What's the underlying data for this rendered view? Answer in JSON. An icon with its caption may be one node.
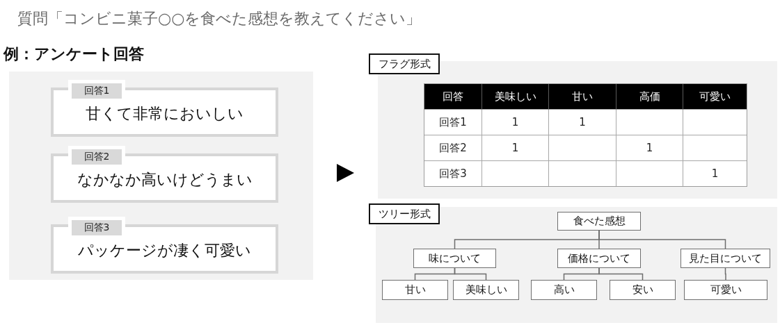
{
  "diagram": {
    "title": "質問「コンビニ菓子○○を食べた感想を教えてください」",
    "nodes": [
      {
        "text": [
          "例：アンケート回答"
        ]
      },
      {
        "text": [
          "回答1",
          "甘くて非常においしい"
        ],
        "in": 0
      },
      {
        "text": [
          "回答2",
          "なかなか高いけどうまい"
        ],
        "in": 0
      },
      {
        "text": [
          "回答3",
          "パッケージが凄く可愛い"
        ],
        "in": 0
      },
      {
        "text": [
          "フラグ形式"
        ]
      },
      {
        "text": [
          "ツリー形式"
        ]
      },
      {
        "text": [
          "食べた感想"
        ],
        "in": 5
      },
      {
        "text": [
          "味について"
        ],
        "in": 5
      },
      {
        "text": [
          "価格について"
        ],
        "in": 5
      },
      {
        "text": [
          "見た目について"
        ],
        "in": 5
      },
      {
        "text": [
          "甘い"
        ],
        "in": 5
      },
      {
        "text": [
          "美味しい"
        ],
        "in": 5
      },
      {
        "text": [
          "高い"
        ],
        "in": 5
      },
      {
        "text": [
          "安い"
        ],
        "in": 5
      },
      {
        "text": [
          "可愛い"
        ],
        "in": 5
      }
    ],
    "edges": [
      {
        "from": 0,
        "to": 4,
        "arrow": "to"
      },
      {
        "from": 6,
        "to": 7,
        "arrow": "none"
      },
      {
        "from": 6,
        "to": 8,
        "arrow": "none"
      },
      {
        "from": 6,
        "to": 9,
        "arrow": "none"
      },
      {
        "from": 7,
        "to": 10,
        "arrow": "none"
      },
      {
        "from": 7,
        "to": 11,
        "arrow": "none"
      },
      {
        "from": 8,
        "to": 12,
        "arrow": "none"
      },
      {
        "from": 8,
        "to": 13,
        "arrow": "none"
      },
      {
        "from": 9,
        "to": 14,
        "arrow": "none"
      }
    ],
    "labels": [
      "回答",
      "美味しい",
      "甘い",
      "高価",
      "可愛い",
      "回答1",
      "1",
      "1",
      "回答2",
      "1",
      "1",
      "回答3",
      "1"
    ]
  }
}
